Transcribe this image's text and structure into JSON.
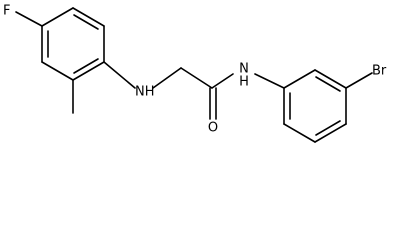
{
  "molecule": {
    "atoms": [
      {
        "id": "F",
        "label": "F"
      },
      {
        "id": "NH",
        "label": "NH"
      },
      {
        "id": "O",
        "label": "O"
      },
      {
        "id": "N",
        "label": "N"
      },
      {
        "id": "H",
        "label": "H"
      },
      {
        "id": "Br",
        "label": "Br"
      }
    ]
  },
  "colors": {
    "bond": "#000000",
    "background": "#ffffff"
  }
}
